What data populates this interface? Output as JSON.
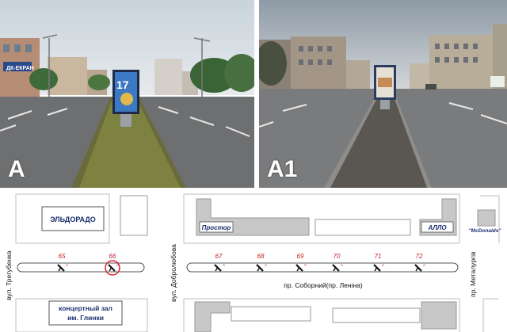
{
  "photos": {
    "left_label": "A",
    "right_label": "A1",
    "left_poster_text": "17",
    "right_building_sign": "ДК-ЕКРАН"
  },
  "map": {
    "buildings": {
      "eldorado": "ЭЛЬДОРАДО",
      "prostor": "Простор",
      "allo": "АЛЛО",
      "mcdonalds": "\"McDonalds\"",
      "concert_line1": "концертный зал",
      "concert_line2": "им. Глинки"
    },
    "streets": {
      "tregubenka": "вул. Трегубенка",
      "dobrolyubova": "вул. Добролюбова",
      "sobornyi": "пр. Соборний(пр. Леніна)",
      "metalurgiv": "пр. Металургів"
    },
    "boards": [
      {
        "num": "65",
        "side": "А",
        "highlight": false
      },
      {
        "num": "66",
        "side": "А",
        "highlight": true
      },
      {
        "num": "67",
        "side": "А",
        "highlight": false
      },
      {
        "num": "68",
        "side": "А",
        "highlight": false
      },
      {
        "num": "69",
        "side": "А",
        "highlight": false
      },
      {
        "num": "70",
        "side": "А",
        "highlight": false
      },
      {
        "num": "71",
        "side": "А",
        "highlight": false
      },
      {
        "num": "72",
        "side": "А",
        "highlight": false
      }
    ],
    "colors": {
      "board_number": "#c0262c",
      "highlight_circle": "#d9232a",
      "building_text": "#1d2f6e",
      "gray_building": "#c8c8c8"
    }
  }
}
